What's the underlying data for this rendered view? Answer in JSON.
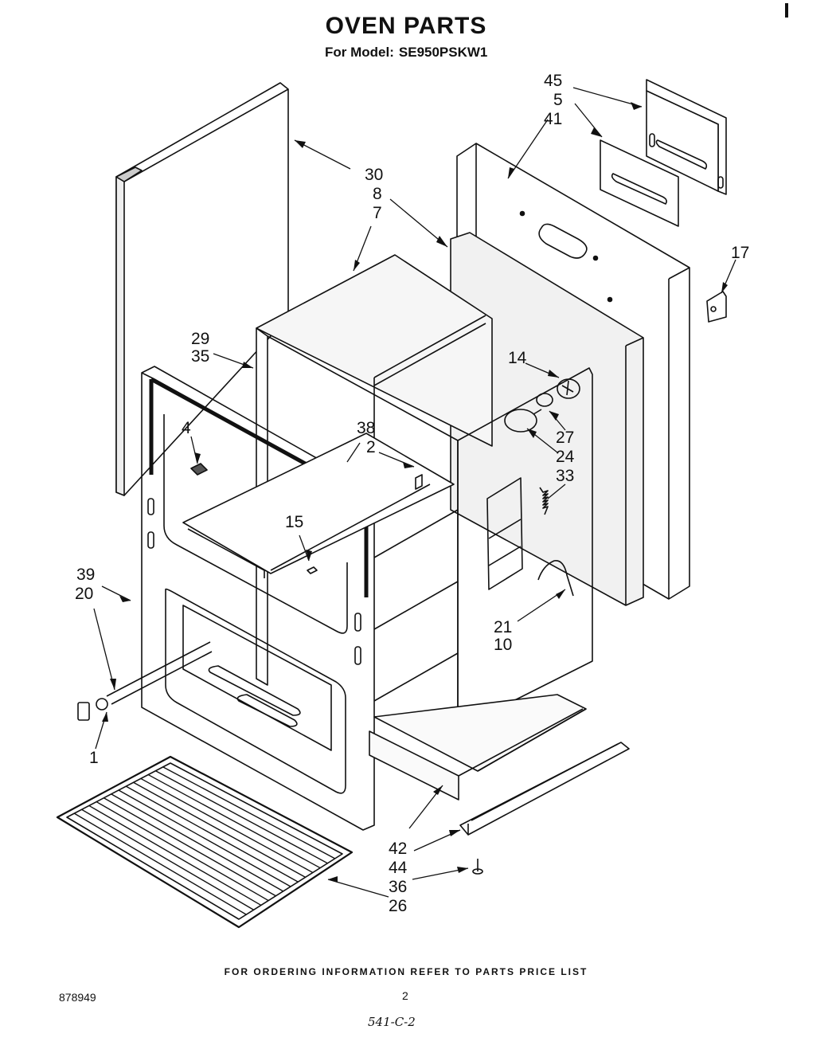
{
  "header": {
    "title": "OVEN PARTS",
    "model_prefix": "For Model:",
    "model_number": "SE950PSKW1"
  },
  "callouts": [
    "45",
    "5",
    "41",
    "30",
    "8",
    "7",
    "17",
    "29",
    "35",
    "14",
    "38",
    "2",
    "4",
    "27",
    "24",
    "33",
    "15",
    "39",
    "20",
    "21",
    "10",
    "1",
    "42",
    "44",
    "36",
    "26"
  ],
  "footer": {
    "notice": "FOR ORDERING INFORMATION REFER TO PARTS PRICE LIST",
    "doc_number": "878949",
    "page_number": "2",
    "handwritten": "541-C-2"
  }
}
